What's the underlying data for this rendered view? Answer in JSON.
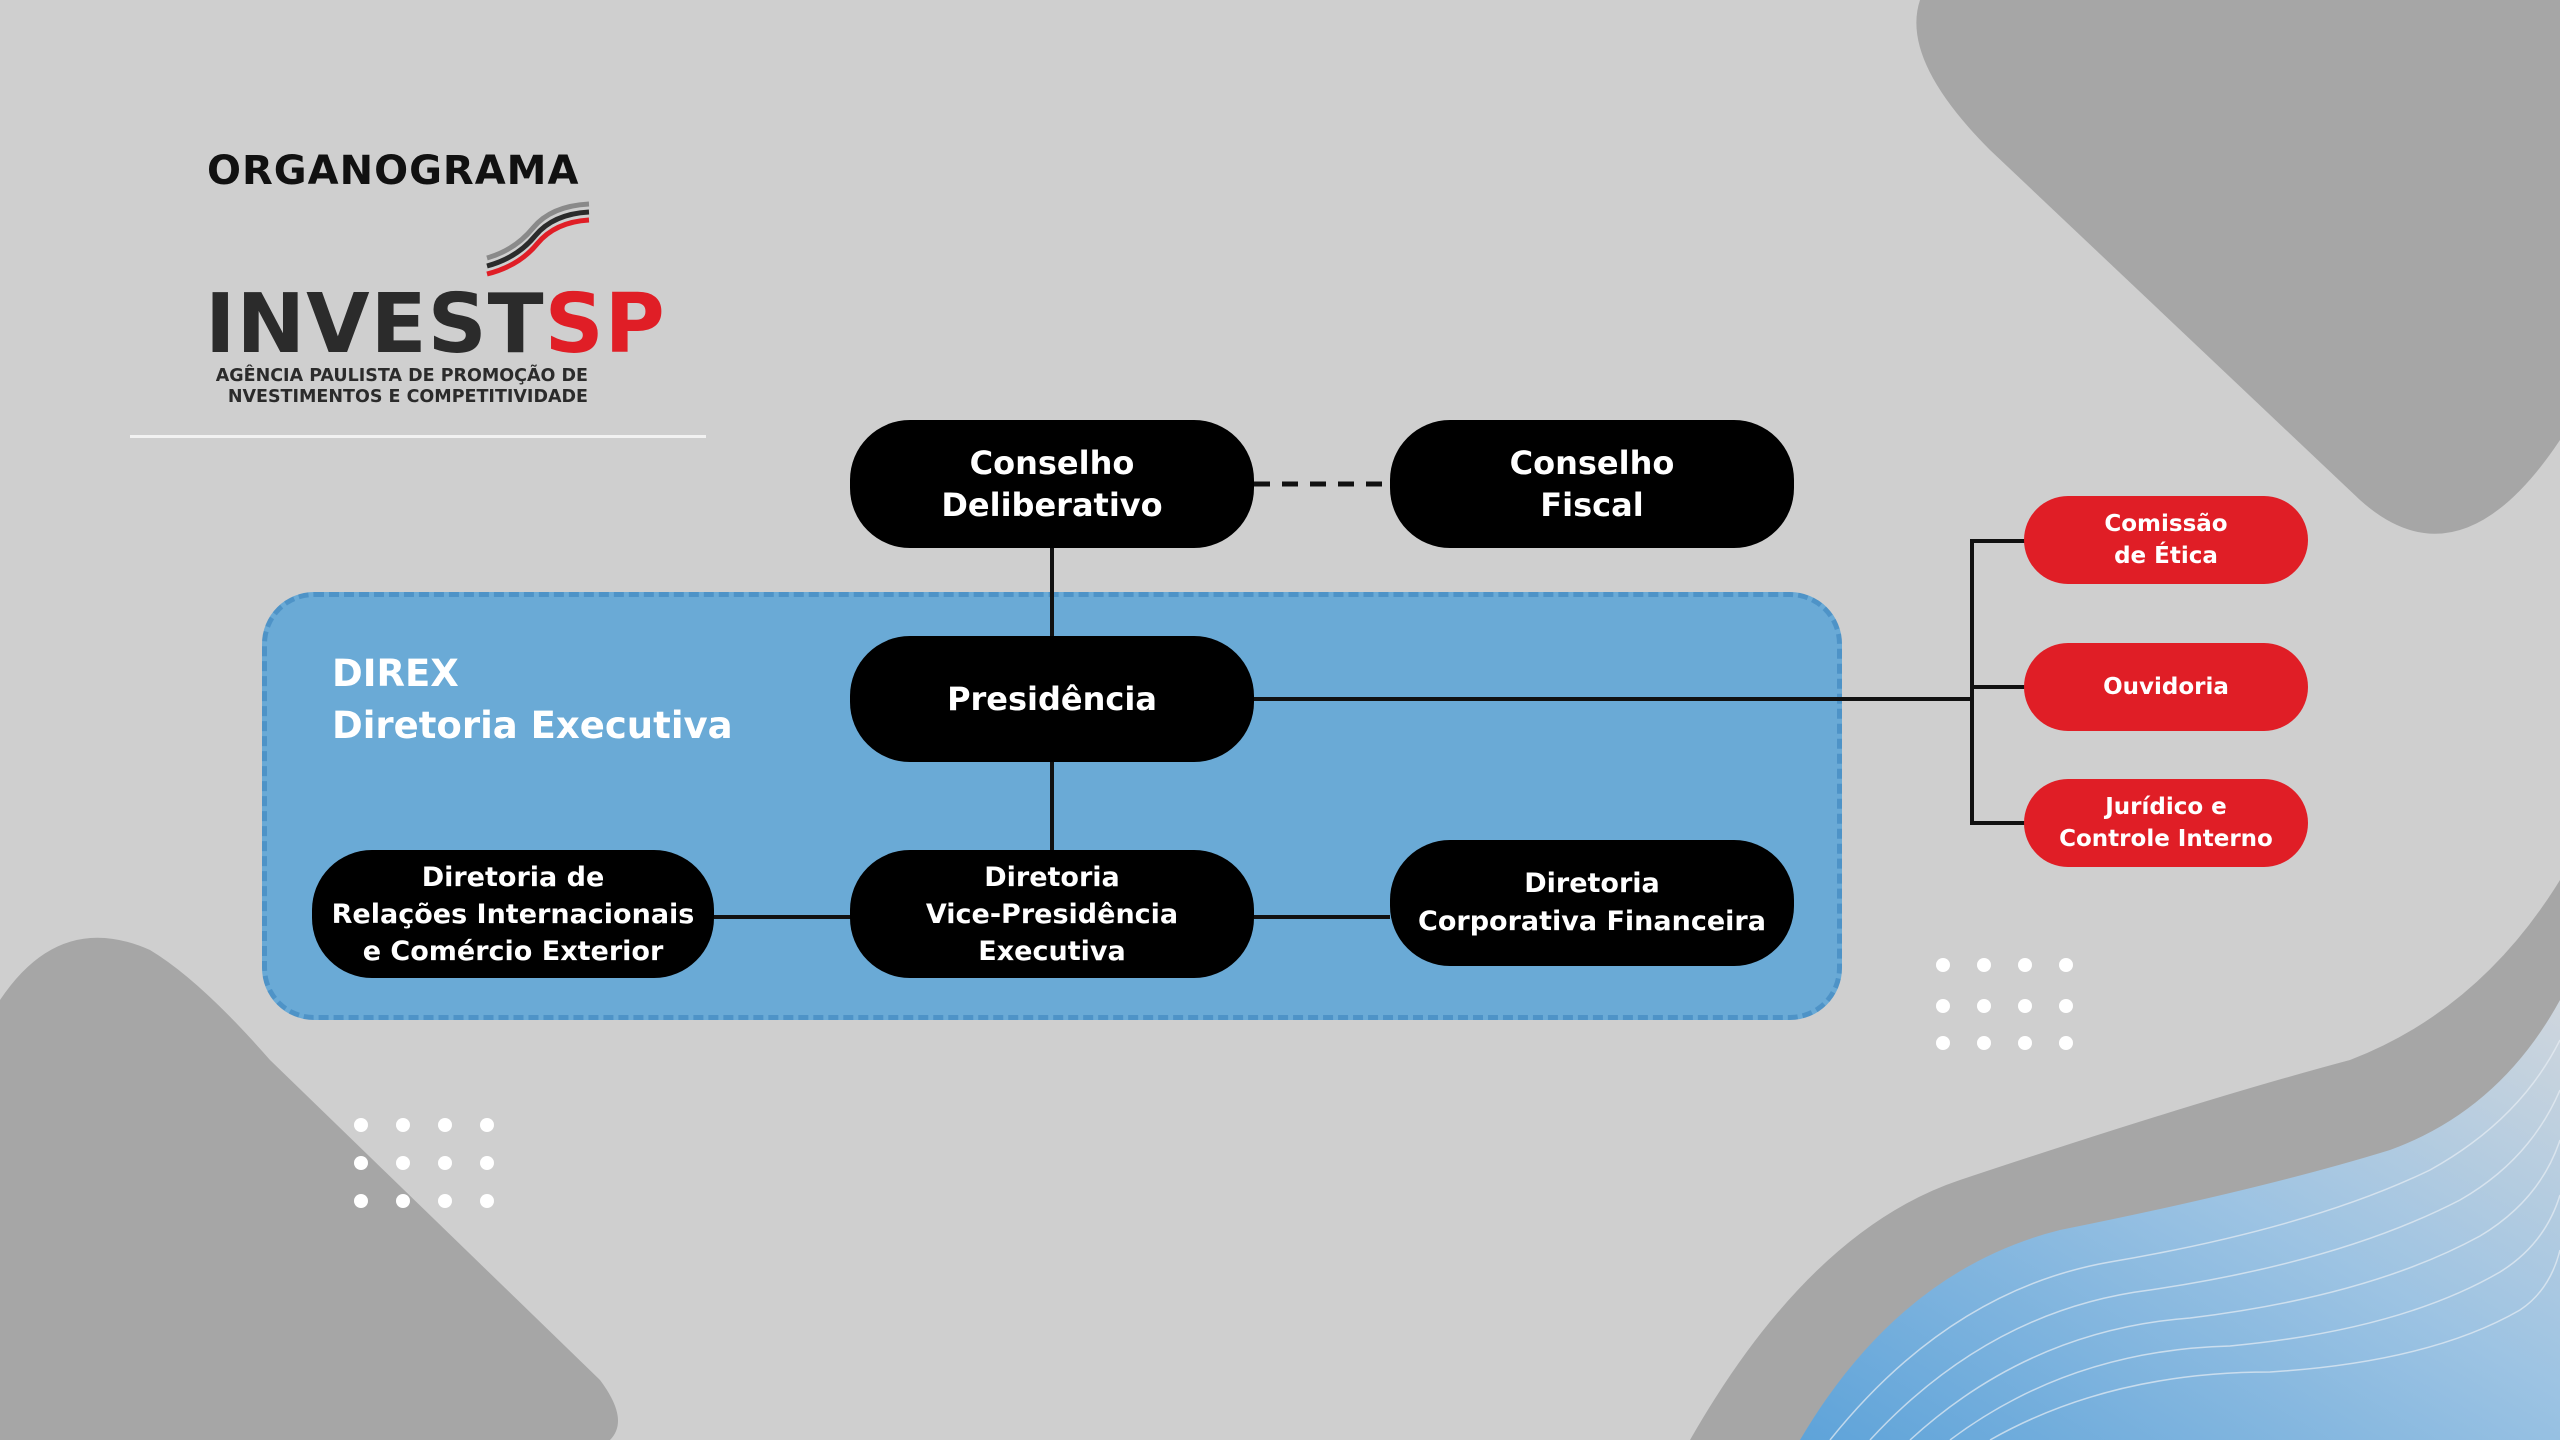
{
  "heading": "ORGANOGRAMA",
  "logo": {
    "name_main": "INVEST",
    "name_accent": "SP",
    "subtitle": "AGÊNCIA PAULISTA DE PROMOÇÃO DE\nNVESTIMENTOS E COMPETITIVIDADE"
  },
  "direx": {
    "title": "DIREX\nDiretoria Executiva"
  },
  "nodes": {
    "conselho_deliberativo": "Conselho\nDeliberativo",
    "conselho_fiscal": "Conselho\nFiscal",
    "presidencia": "Presidência",
    "diretoria_relacoes": "Diretoria de\nRelações Internacionais\ne Comércio Exterior",
    "diretoria_vice_presidencia": "Diretoria\nVice-Presidência\nExecutiva",
    "diretoria_financeira": "Diretoria\nCorporativa Financeira",
    "comissao_etica": "Comissão\nde Ética",
    "ouvidoria": "Ouvidoria",
    "juridico": "Jurídico e\nControle Interno"
  },
  "colors": {
    "background": "#cfcfcf",
    "decor_gray": "#a6a6a6",
    "direx_fill": "#6aaad6",
    "node_black": "#000000",
    "node_red": "#e01e26",
    "accent_blue": "#5ea3d9"
  }
}
